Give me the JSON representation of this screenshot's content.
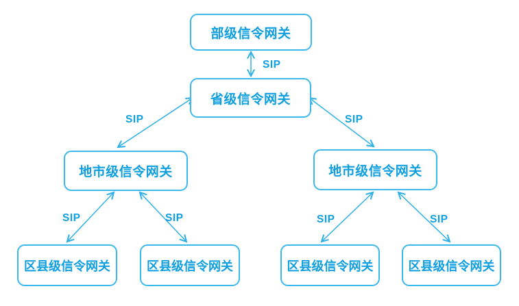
{
  "diagram": {
    "description": "Signaling gateway hierarchy connected via SIP",
    "background": "#ffffff",
    "colors": {
      "box_border": "#3cb9ec",
      "arrow_line": "#2fb1e8",
      "label_text": "#0f9fe0"
    },
    "nodes": [
      {
        "id": "ministry-gateway",
        "label": "部级信令网关"
      },
      {
        "id": "provincial-gateway",
        "label": "省级信令网关"
      },
      {
        "id": "city-gateway-left",
        "label": "地市级信令网关"
      },
      {
        "id": "city-gateway-right",
        "label": "地市级信令网关"
      },
      {
        "id": "county-gateway-1",
        "label": "区县级信令网关"
      },
      {
        "id": "county-gateway-2",
        "label": "区县级信令网关"
      },
      {
        "id": "county-gateway-3",
        "label": "区县级信令网关"
      },
      {
        "id": "county-gateway-4",
        "label": "区县级信令网关"
      }
    ],
    "links": [
      {
        "from": "ministry-gateway",
        "to": "provincial-gateway",
        "label": "SIP",
        "bidirectional": true
      },
      {
        "from": "provincial-gateway",
        "to": "city-gateway-left",
        "label": "SIP",
        "bidirectional": true
      },
      {
        "from": "provincial-gateway",
        "to": "city-gateway-right",
        "label": "SIP",
        "bidirectional": true
      },
      {
        "from": "city-gateway-left",
        "to": "county-gateway-1",
        "label": "SIP",
        "bidirectional": true
      },
      {
        "from": "city-gateway-left",
        "to": "county-gateway-2",
        "label": "SIP",
        "bidirectional": true
      },
      {
        "from": "city-gateway-right",
        "to": "county-gateway-3",
        "label": "SIP",
        "bidirectional": true
      },
      {
        "from": "city-gateway-right",
        "to": "county-gateway-4",
        "label": "SIP",
        "bidirectional": true
      }
    ]
  }
}
